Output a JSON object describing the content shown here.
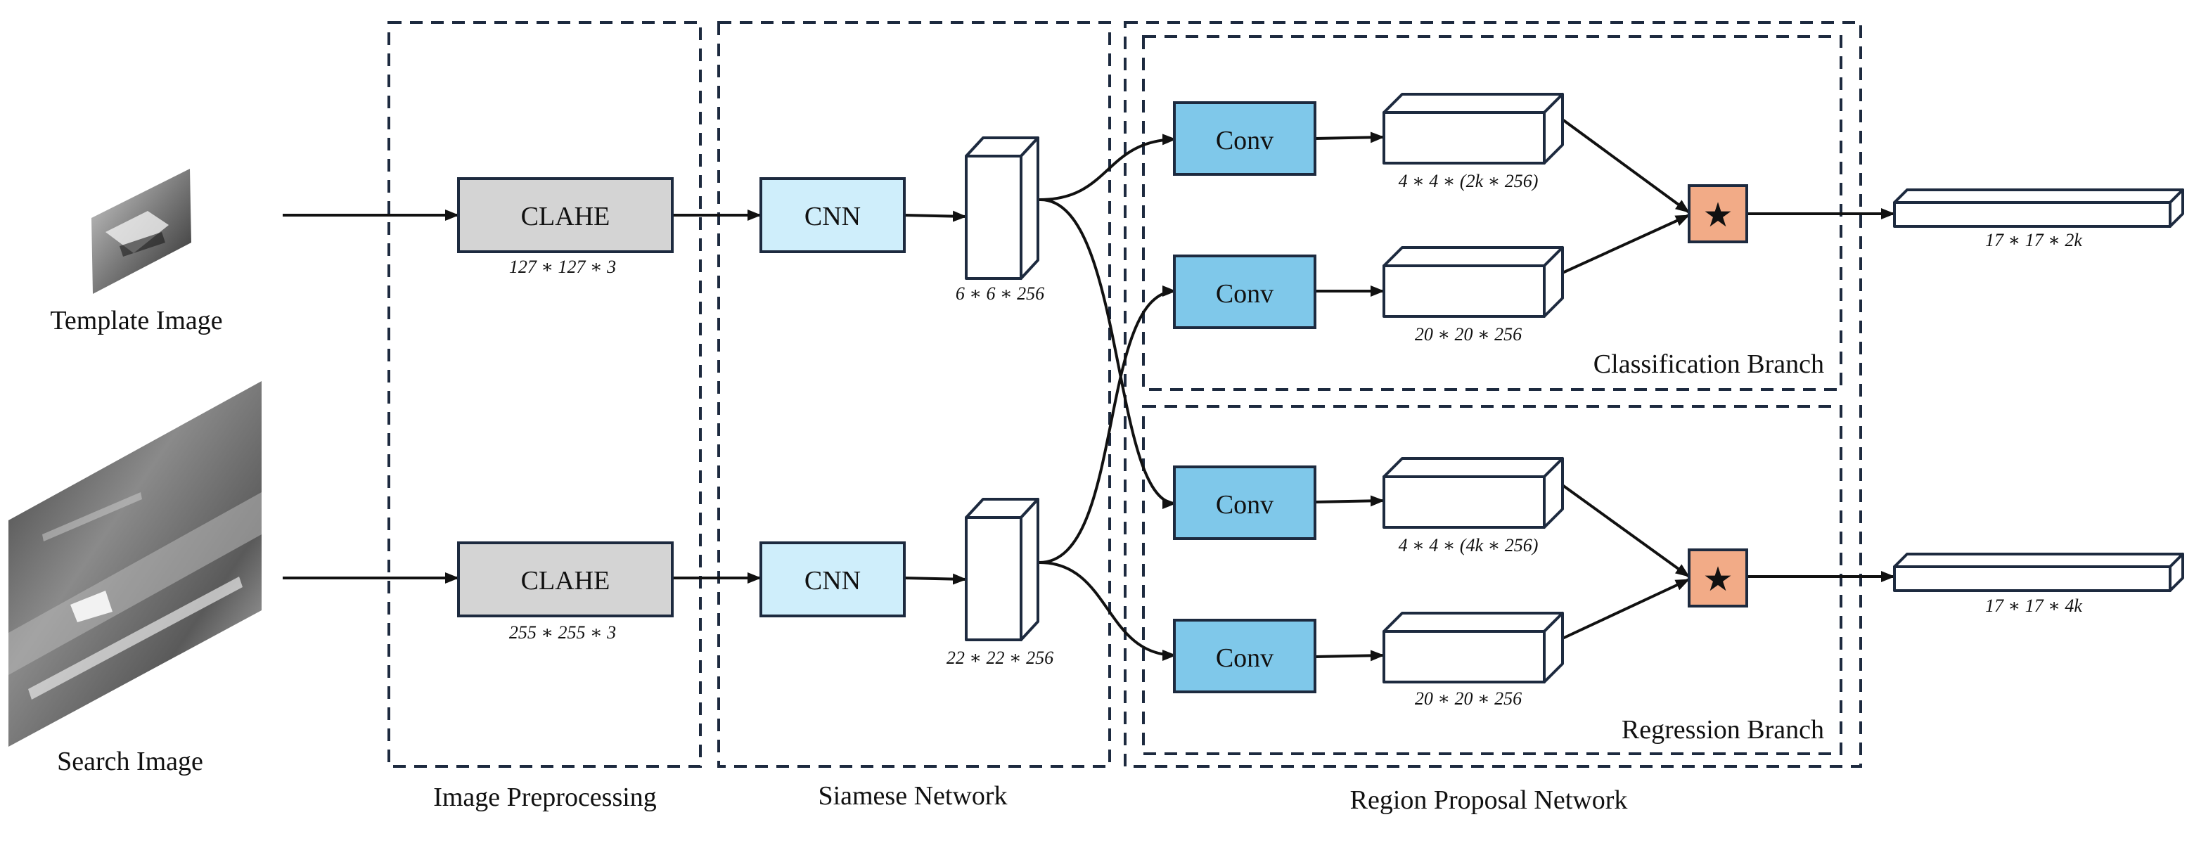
{
  "inputs": {
    "template_label": "Template Image",
    "search_label": "Search Image"
  },
  "sections": {
    "preprocessing": "Image Preprocessing",
    "siamese": "Siamese Network",
    "rpn": "Region Proposal Network",
    "classification": "Classification Branch",
    "regression": "Regression Branch"
  },
  "preprocessing": {
    "top_block": "CLAHE",
    "top_dim": "127 ∗ 127 ∗ 3",
    "bottom_block": "CLAHE",
    "bottom_dim": "255 ∗ 255 ∗ 3"
  },
  "siamese": {
    "top_block": "CNN",
    "bottom_block": "CNN",
    "top_feature_dim": "6 ∗ 6 ∗ 256",
    "bottom_feature_dim": "22 ∗ 22 ∗ 256"
  },
  "classification": {
    "conv_top": "Conv",
    "conv_bottom": "Conv",
    "feat_top_dim": "4 ∗ 4 ∗ (2k ∗ 256)",
    "feat_bottom_dim": "20 ∗ 20 ∗ 256",
    "op_symbol": "★",
    "output_dim": "17 ∗ 17 ∗ 2k"
  },
  "regression": {
    "conv_top": "Conv",
    "conv_bottom": "Conv",
    "feat_top_dim": "4 ∗ 4 ∗ (4k ∗ 256)",
    "feat_bottom_dim": "20 ∗ 20 ∗ 256",
    "op_symbol": "★",
    "output_dim": "17 ∗ 17 ∗ 4k"
  },
  "colors": {
    "clahe_fill": "#d4d4d4",
    "cnn_fill": "#cfeefb",
    "conv_fill": "#7fc8ea",
    "star_fill": "#f2ab87",
    "border": "#1d2a3f"
  }
}
